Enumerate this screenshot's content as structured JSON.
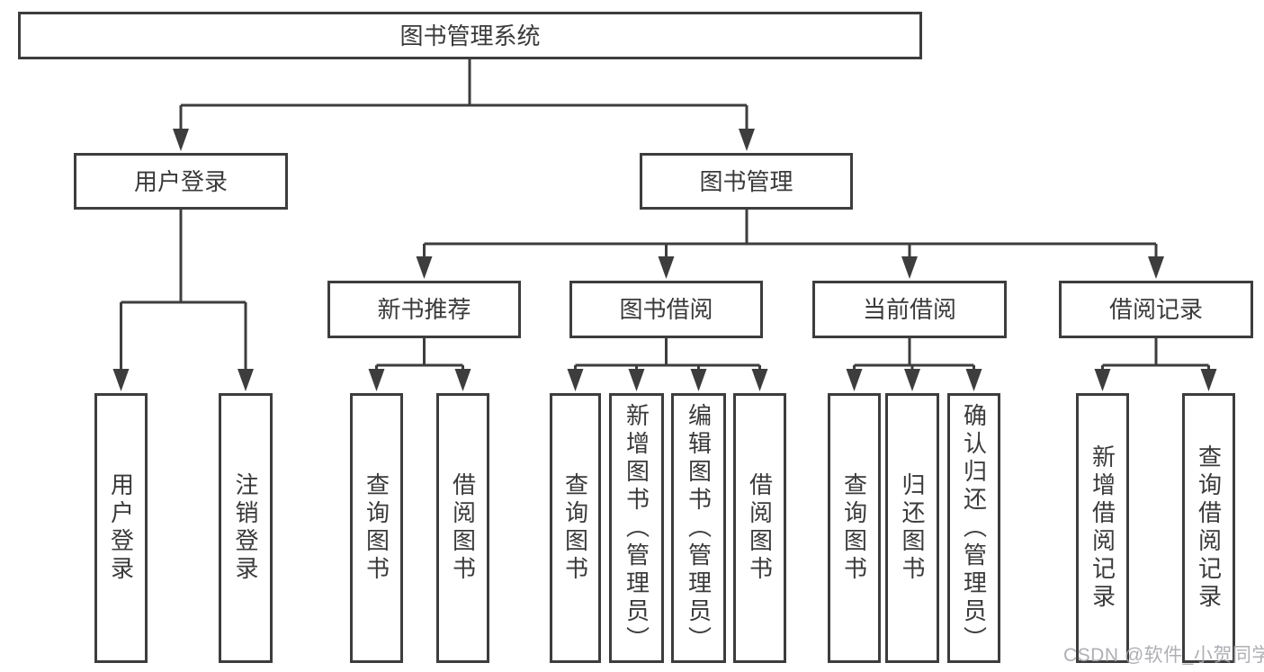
{
  "tree": {
    "root": {
      "label": "图书管理系统"
    },
    "children": [
      {
        "label": "用户登录",
        "children": [
          {
            "label": "用户登录"
          },
          {
            "label": "注销登录"
          }
        ]
      },
      {
        "label": "图书管理",
        "children": [
          {
            "label": "新书推荐",
            "children": [
              {
                "label": "查询图书"
              },
              {
                "label": "借阅图书"
              }
            ]
          },
          {
            "label": "图书借阅",
            "children": [
              {
                "label": "查询图书"
              },
              {
                "label": "新增图书（管理员）"
              },
              {
                "label": "编辑图书（管理员）"
              },
              {
                "label": "借阅图书"
              }
            ]
          },
          {
            "label": "当前借阅",
            "children": [
              {
                "label": "查询图书"
              },
              {
                "label": "归还图书"
              },
              {
                "label": "确认归还（管理员）"
              }
            ]
          },
          {
            "label": "借阅记录",
            "children": [
              {
                "label": "新增借阅记录"
              },
              {
                "label": "查询借阅记录"
              }
            ]
          }
        ]
      }
    ]
  },
  "watermark": {
    "text": "CSDN @软件_小贺同学"
  },
  "colors": {
    "line": "#3d3d3d",
    "box_border": "#3d3d3d",
    "text": "#3a3a3a",
    "watermark": "#a5a6ac",
    "background": "#ffffff"
  }
}
